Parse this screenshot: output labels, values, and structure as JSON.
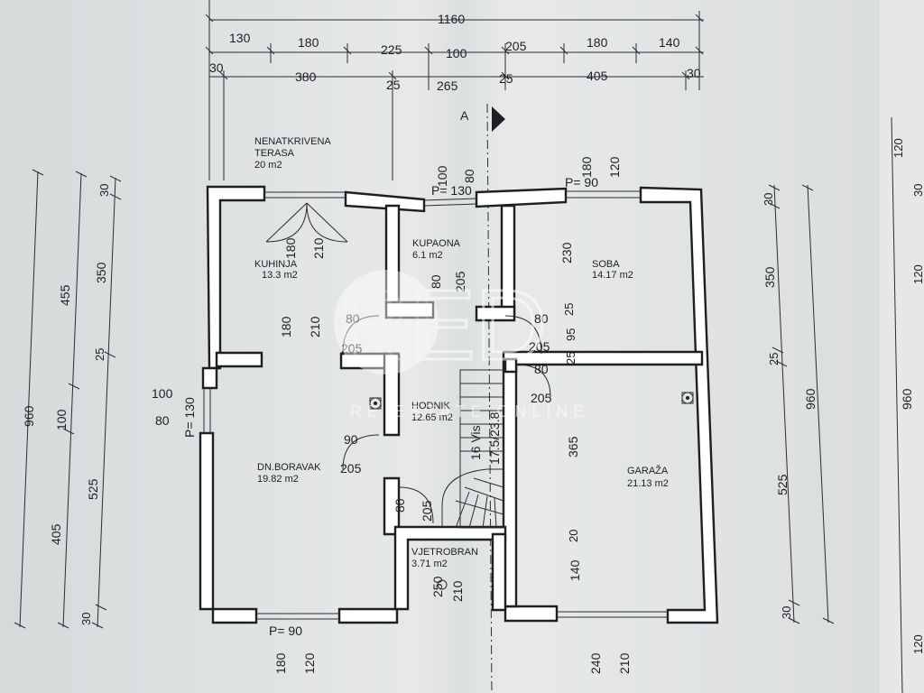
{
  "colors": {
    "paper": "#e3e5e6",
    "ink": "#1d1f22",
    "watermark": "#ffffff"
  },
  "section_marker": "A",
  "top_dims": {
    "total": "1160",
    "row2": [
      "130",
      "180",
      "225",
      "100",
      "205",
      "180",
      "140"
    ],
    "row3": [
      "30",
      "380",
      "25",
      "265",
      "25",
      "405",
      "30"
    ]
  },
  "left_dims": {
    "total": "960",
    "mid": [
      "455",
      "100",
      "405"
    ],
    "inner": [
      "30",
      "350",
      "25",
      "525",
      "30"
    ]
  },
  "right_dims": {
    "total": "960",
    "inner": [
      "30",
      "350",
      "25",
      "525",
      "30"
    ],
    "edge": [
      "120",
      "30",
      "120",
      "960",
      "120"
    ]
  },
  "rooms": {
    "terrace": {
      "name_line1": "NENATKRIVENA",
      "name_line2": "TERASA",
      "area": "20 m2"
    },
    "kitchen": {
      "name": "KUHINJA",
      "area": "13.3 m2"
    },
    "bathroom": {
      "name": "KUPAONA",
      "area": "6.1 m2"
    },
    "bedroom": {
      "name": "SOBA",
      "area": "14.17 m2"
    },
    "hall": {
      "name": "HODNIK",
      "area": "12.65 m2"
    },
    "living": {
      "name": "DN.BORAVAK",
      "area": "19.82 m2"
    },
    "garage": {
      "name": "GARAŽA",
      "area": "21.13 m2"
    },
    "windbreak": {
      "name": "VJETROBRAN",
      "area": "3.71 m2"
    }
  },
  "openings": {
    "kitchen_door": [
      "180",
      "210"
    ],
    "bath_window": [
      "100",
      "80",
      "P= 130"
    ],
    "bedroom_window": [
      "180",
      "120",
      "P= 90"
    ],
    "bath_door": [
      "80",
      "205"
    ],
    "bedroom_side": [
      "230",
      "25",
      "95",
      "25"
    ],
    "kitchen_in": [
      "180",
      "210",
      "80",
      "205"
    ],
    "bedroom_door": [
      "80",
      "205"
    ],
    "garage_door": [
      "80",
      "205"
    ],
    "living_window": [
      "100",
      "80",
      "P= 130"
    ],
    "living_door": [
      "90",
      "205"
    ],
    "stairs": [
      "16 Vis",
      "17.5/23.8"
    ],
    "hall_door": [
      "80",
      "205"
    ],
    "garage_side": [
      "365",
      "20",
      "140"
    ],
    "windbreak_door": [
      "250",
      "210"
    ],
    "living_bottom": [
      "P= 90",
      "180",
      "120"
    ],
    "garage_bottom": [
      "240",
      "210"
    ]
  },
  "watermark": {
    "letters": "RED",
    "tagline": "RE ESTATE ONLINE"
  }
}
